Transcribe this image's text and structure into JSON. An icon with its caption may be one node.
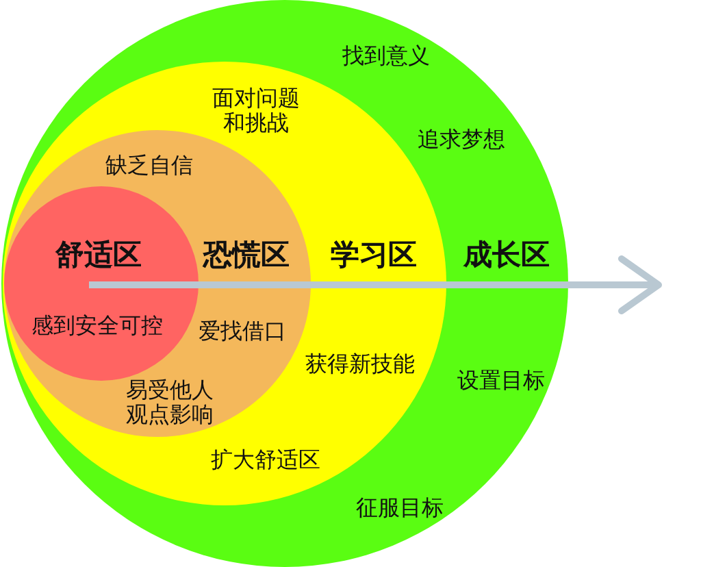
{
  "diagram": {
    "nodes": [
      {
        "text": [
          "找到意义",
          "追求梦想",
          "成长区",
          "设置目标",
          "征服目标"
        ]
      },
      {
        "text": [
          "面对问题和挑战",
          "学习区",
          "获得新技能",
          "扩大舒适区"
        ],
        "in": 0
      },
      {
        "text": [
          "缺乏自信",
          "恐慌区",
          "爱找借口",
          "易受他人观点影响"
        ],
        "in": 1
      },
      {
        "text": [
          "舒适区",
          "感到安全可控"
        ],
        "in": 2
      }
    ]
  }
}
